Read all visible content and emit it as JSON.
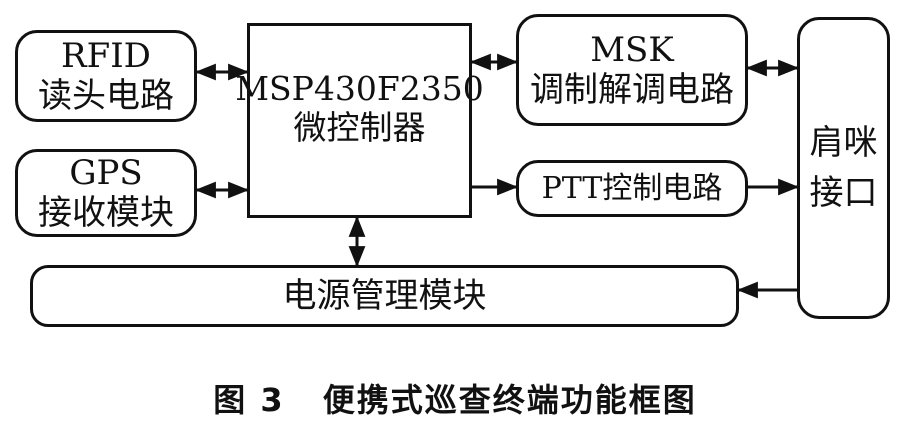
{
  "blocks": {
    "rfid": {
      "line1": "RFID",
      "line2": "读头电路"
    },
    "gps": {
      "line1": "GPS",
      "line2": "接收模块"
    },
    "mcu": {
      "line1": "MSP430F2350",
      "line2": "微控制器"
    },
    "msk": {
      "line1": "MSK",
      "line2": "调制解调电路"
    },
    "ptt": {
      "line1": "PTT控制电路"
    },
    "mic": {
      "line1": "肩咪",
      "line2": "接口"
    },
    "power": {
      "line1": "电源管理模块"
    }
  },
  "caption": {
    "number": "图 3",
    "title": "便携式巡查终端功能框图"
  },
  "colors": {
    "stroke": "#111111",
    "background": "#ffffff"
  }
}
